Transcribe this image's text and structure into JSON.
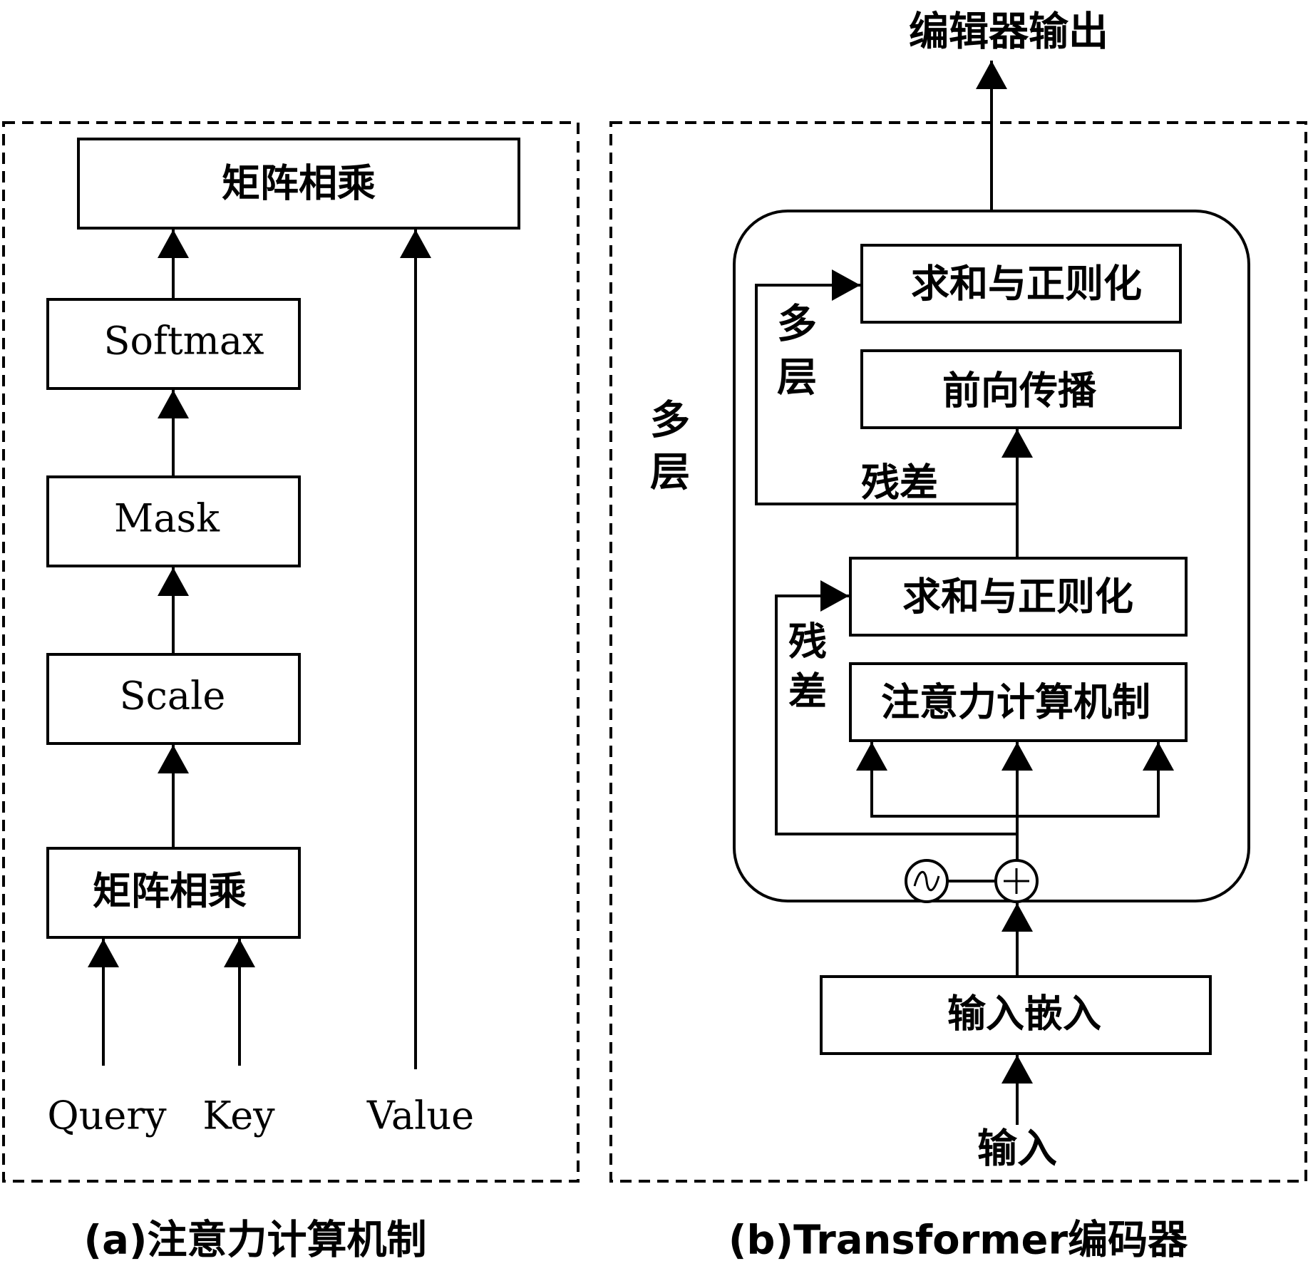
{
  "panel_a": {
    "caption": "(a)注意力计算机制",
    "blocks": {
      "matmul_top": "矩阵相乘",
      "softmax": "Softmax",
      "mask": "Mask",
      "scale": "Scale",
      "matmul_bottom": "矩阵相乘"
    },
    "inputs": {
      "query": "Query",
      "key": "Key",
      "value": "Value"
    }
  },
  "panel_b": {
    "caption": "(b)Transformer编码器",
    "output": "编辑器输出",
    "multi_layer_outer": [
      "多",
      "层"
    ],
    "multi_layer_inner": [
      "多",
      "层"
    ],
    "blocks": {
      "add_norm_top": "求和与正则化",
      "feed_forward": "前向传播",
      "add_norm_bottom": "求和与正则化",
      "attention": "注意力计算机制",
      "input_embedding": "输入嵌入"
    },
    "residual_upper": "残差",
    "residual_lower": [
      "残",
      "差"
    ],
    "input": "输入",
    "symbols": {
      "positional_encoding": "~",
      "add": "+"
    }
  }
}
